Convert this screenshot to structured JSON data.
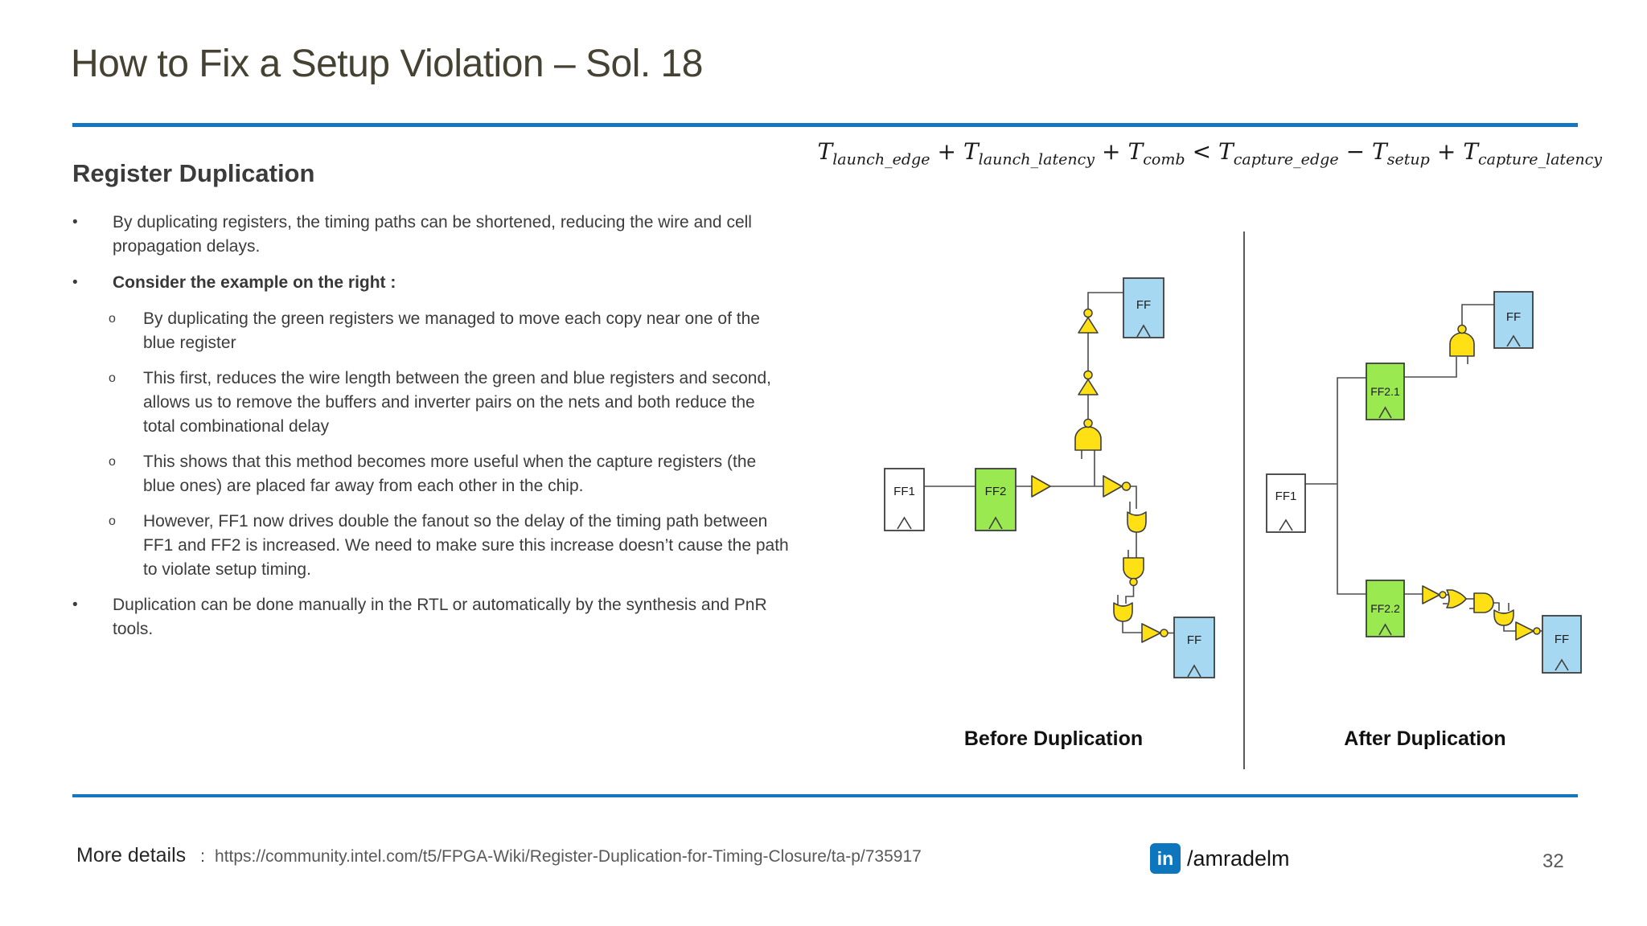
{
  "title": "How to Fix a Setup Violation – Sol. 18",
  "page_number": "32",
  "section_heading": "Register Duplication",
  "formula": {
    "terms": [
      {
        "op": "",
        "base": "T",
        "sub": "launch_edge"
      },
      {
        "op": "+",
        "base": "T",
        "sub": "launch_latency"
      },
      {
        "op": "+",
        "base": "T",
        "sub": "comb"
      },
      {
        "op": "<",
        "base": "T",
        "sub": "capture_edge"
      },
      {
        "op": "−",
        "base": "T",
        "sub": "setup"
      },
      {
        "op": "+",
        "base": "T",
        "sub": "capture_latency"
      }
    ]
  },
  "bullets": [
    {
      "level": 1,
      "bold": false,
      "text": "By duplicating registers, the timing paths can be shortened, reducing the wire and cell propagation delays."
    },
    {
      "level": 1,
      "bold": true,
      "text": "Consider the example on the right :"
    },
    {
      "level": 2,
      "bold": false,
      "text": "By duplicating the green registers we managed to move each copy near one of the blue register"
    },
    {
      "level": 2,
      "bold": false,
      "text": "This first, reduces the wire length between the green and blue registers and second, allows us to remove the buffers and inverter pairs on the nets and both reduce the total combinational delay"
    },
    {
      "level": 2,
      "bold": false,
      "text": "This shows that this method becomes more useful when the capture registers (the blue ones) are placed far away from each other in the chip."
    },
    {
      "level": 2,
      "bold": false,
      "text": "However, FF1 now drives double the fanout so the delay of the timing path between FF1 and FF2 is increased. We need to make sure this increase doesn’t cause the path to violate setup timing."
    },
    {
      "level": 1,
      "bold": false,
      "text": "Duplication can be done manually in the RTL or automatically by the synthesis and PnR tools."
    }
  ],
  "diagrams": {
    "before": {
      "caption": "Before Duplication",
      "labels": {
        "ff1": "FF1",
        "ff2": "FF2",
        "ff_top": "FF",
        "ff_bottom": "FF"
      }
    },
    "after": {
      "caption": "After Duplication",
      "labels": {
        "ff1": "FF1",
        "ff21": "FF2.1",
        "ff22": "FF2.2",
        "ff_top": "FF",
        "ff_bottom": "FF"
      }
    }
  },
  "footer": {
    "more_details_label": "More details",
    "separator": ":",
    "url": "https://community.intel.com/t5/FPGA-Wiki/Register-Duplication-for-Timing-Closure/ta-p/735917",
    "linkedin_icon_text": "in",
    "linkedin_handle": "/amradelm"
  },
  "colors": {
    "accent-blue": "#1577BD",
    "title-text": "#464233",
    "body-text": "#3C3C3C",
    "register-green": "#9BE950",
    "register-blue": "#A6D8F2",
    "gate-yellow": "#FFE014",
    "wire": "#4D4D4D",
    "linkedin-blue": "#0E76BC"
  }
}
